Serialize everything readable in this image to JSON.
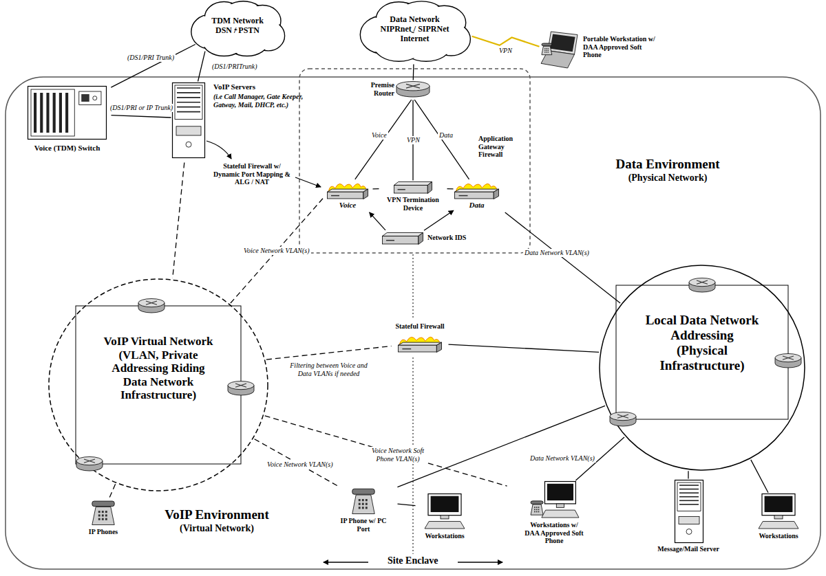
{
  "diagram": {
    "nodes": [
      {
        "text": [
          "TDM Network DSN / PSTN"
        ]
      },
      {
        "text": [
          "Data Network NIPRnet / SIPRNet Internet"
        ]
      },
      {
        "text": [
          "Portable Workstation w/ DAA Approved Soft Phone"
        ]
      },
      {
        "text": [
          "Voice (TDM) Switch"
        ]
      },
      {
        "text": [
          "VoIP Servers",
          "(i.e Call Manager, Gate Keeper, Gatway, Mail, DHCP, etc.)"
        ]
      },
      {
        "text": [
          "Premise Router"
        ]
      },
      {
        "text": [
          "Voice"
        ]
      },
      {
        "text": [
          "VPN Termination Device"
        ]
      },
      {
        "text": [
          "Application Gateway Firewall",
          "Data"
        ]
      },
      {
        "text": [
          "Network IDS"
        ]
      },
      {
        "text": [
          "Stateful Firewall"
        ]
      },
      {
        "text": [
          "VoIP Virtual Network (VLAN, Private Addressing Riding Data Network Infrastructure)"
        ]
      },
      {
        "text": [
          "Local Data Network Addressing (Physical Infrastructure)"
        ]
      },
      {
        "text": [
          "IP Phones"
        ]
      },
      {
        "text": [
          "IP Phone w/ PC Port"
        ]
      },
      {
        "text": [
          "Workstations"
        ]
      },
      {
        "text": [
          "Workstations w/ DAA Approved Soft Phone"
        ]
      },
      {
        "text": [
          "Message/Mail Server"
        ]
      },
      {
        "text": [
          "Workstations"
        ]
      }
    ],
    "edges": [
      {
        "from": 3,
        "to": 0,
        "label": "(DS1/PRI Trunk)",
        "arrow": "none"
      },
      {
        "from": 4,
        "to": 0,
        "label": "(DS1/PRITrunk)",
        "arrow": "none"
      },
      {
        "from": 3,
        "to": 4,
        "label": "(DS1/PRI or IP Trunk)",
        "arrow": "none"
      },
      {
        "from": 1,
        "to": 5,
        "arrow": "none"
      },
      {
        "from": 1,
        "to": 2,
        "label": "VPN",
        "arrow": "none"
      },
      {
        "from": 5,
        "to": 6,
        "label": "Voice",
        "arrow": "none"
      },
      {
        "from": 5,
        "to": 7,
        "label": "VPN",
        "arrow": "none"
      },
      {
        "from": 5,
        "to": 8,
        "label": "Data",
        "arrow": "none"
      },
      {
        "from": 6,
        "to": 7,
        "arrow": "none"
      },
      {
        "from": 7,
        "to": 8,
        "arrow": "none"
      },
      {
        "from": 9,
        "to": 6,
        "arrow": "to"
      },
      {
        "from": 9,
        "to": 8,
        "arrow": "to"
      },
      {
        "from": 4,
        "to": 11,
        "arrow": "none"
      },
      {
        "from": 6,
        "to": 11,
        "label": "Voice Network VLAN(s)",
        "arrow": "none"
      },
      {
        "from": 11,
        "to": 10,
        "label": "Filtering between Voice and Data VLANs if needed",
        "arrow": "none"
      },
      {
        "from": 10,
        "to": 12,
        "arrow": "none"
      },
      {
        "from": 8,
        "to": 12,
        "label": "Data Network VLAN(s)",
        "arrow": "none"
      },
      {
        "from": 11,
        "to": 13,
        "arrow": "none"
      },
      {
        "from": 11,
        "to": 14,
        "label": "Voice Network VLAN(s)",
        "arrow": "none"
      },
      {
        "from": 11,
        "to": 16,
        "label": "Voice Network Soft Phone VLAN(s)",
        "arrow": "none"
      },
      {
        "from": 12,
        "to": 14,
        "arrow": "none"
      },
      {
        "from": 12,
        "to": 16,
        "label": "Data Network VLAN(s)",
        "arrow": "none"
      },
      {
        "from": 12,
        "to": 17,
        "arrow": "none"
      },
      {
        "from": 12,
        "to": 18,
        "arrow": "none"
      },
      {
        "from": 14,
        "to": 15,
        "arrow": "none"
      }
    ],
    "labels": [
      "Stateful Firewall w/ Dynamic Port Mapping & ALG / NAT",
      "VoIP Environment",
      "(Virtual Network)",
      "Data Environment",
      "(Physical Network)",
      "Site Enclave"
    ]
  }
}
